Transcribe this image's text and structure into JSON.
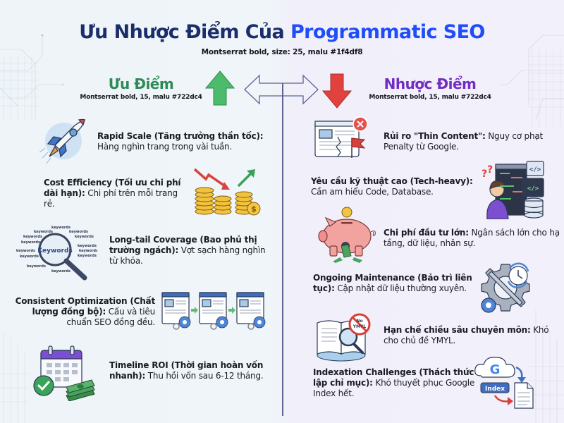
{
  "header": {
    "title_part1": "Ưu Nhược Điểm Của ",
    "title_part2": "Programmatic SEO",
    "subtitle": "Montserrat bold, size: 25, malu #1f4df8",
    "title_color_dark": "#1b2e6b",
    "title_color_accent": "#1f4df8"
  },
  "pros": {
    "heading": "Ưu Điểm",
    "note": "Montserrat bold, 15, malu #722dc4",
    "heading_color": "#2e8b57",
    "arrow_icon": "arrow-up-icon",
    "items": [
      {
        "title": "Rapid Scale (Tăng trưởng thần tốc):",
        "desc": "Hàng nghìn trang trong vài tuần.",
        "icon": "rocket-icon"
      },
      {
        "title": "Cost Efficiency (Tối ưu chi phí dài hạn):",
        "desc": "Chi phí trên mỗi trang rẻ.",
        "icon": "coins-trend-icon"
      },
      {
        "title": "Long-tail Coverage (Bao phủ thị trường ngách):",
        "desc": "Vợt sạch hàng nghìn từ khóa.",
        "icon": "keywords-magnifier-icon"
      },
      {
        "title": "Consistent Optimization (Chất lượng đồng bộ):",
        "desc": "Cấu và tiêu chuẩn SEO đồng đều.",
        "icon": "page-templates-gears-icon"
      },
      {
        "title": "Timeline ROI (Thời gian hoàn vốn nhanh):",
        "desc": "Thu hồi vốn sau 6-12 tháng.",
        "icon": "calendar-money-icon"
      }
    ]
  },
  "cons": {
    "heading": "Nhược Điểm",
    "note": "Montserrat bold, 15, malu #722dc4",
    "heading_color": "#722dc4",
    "arrow_icon": "arrow-down-icon",
    "items": [
      {
        "title": "Rủi ro \"Thin Content\":",
        "desc": "Nguy cơ phạt Penalty từ Google.",
        "icon": "broken-page-flag-icon"
      },
      {
        "title": "Yêu cầu kỹ thuật cao (Tech-heavy):",
        "desc": "Cần am hiểu Code, Database.",
        "icon": "developer-code-database-icon"
      },
      {
        "title": "Chi phí đầu tư lớn:",
        "desc": "Ngân sách lớn cho hạ tầng, dữ liệu, nhân sự.",
        "icon": "piggy-bank-icon"
      },
      {
        "title": "Ongoing Maintenance (Bảo trì liên tục):",
        "desc": "Cập nhật dữ liệu thường xuyên.",
        "icon": "wrench-gear-clock-icon"
      },
      {
        "title": "Hạn chế chiều sâu chuyên môn:",
        "desc": "Khó cho chủ đề YMYL.",
        "icon": "no-ymyl-book-icon"
      },
      {
        "title": "Indexation Challenges (Thách thức lập chỉ mục):",
        "desc": "Khó thuyết phục Google Index hết.",
        "icon": "google-index-icon"
      }
    ]
  },
  "center": {
    "icon": "double-arrow-icon"
  },
  "labels": {
    "keywords_center": "Keywords",
    "keyword_word": "keywords",
    "no_label": "No",
    "ymyl_label": "YMYL",
    "index_label": "Index",
    "google_g": "G",
    "dollar": "$",
    "q1": "?",
    "q2": "?",
    "code_tag": "</>"
  }
}
